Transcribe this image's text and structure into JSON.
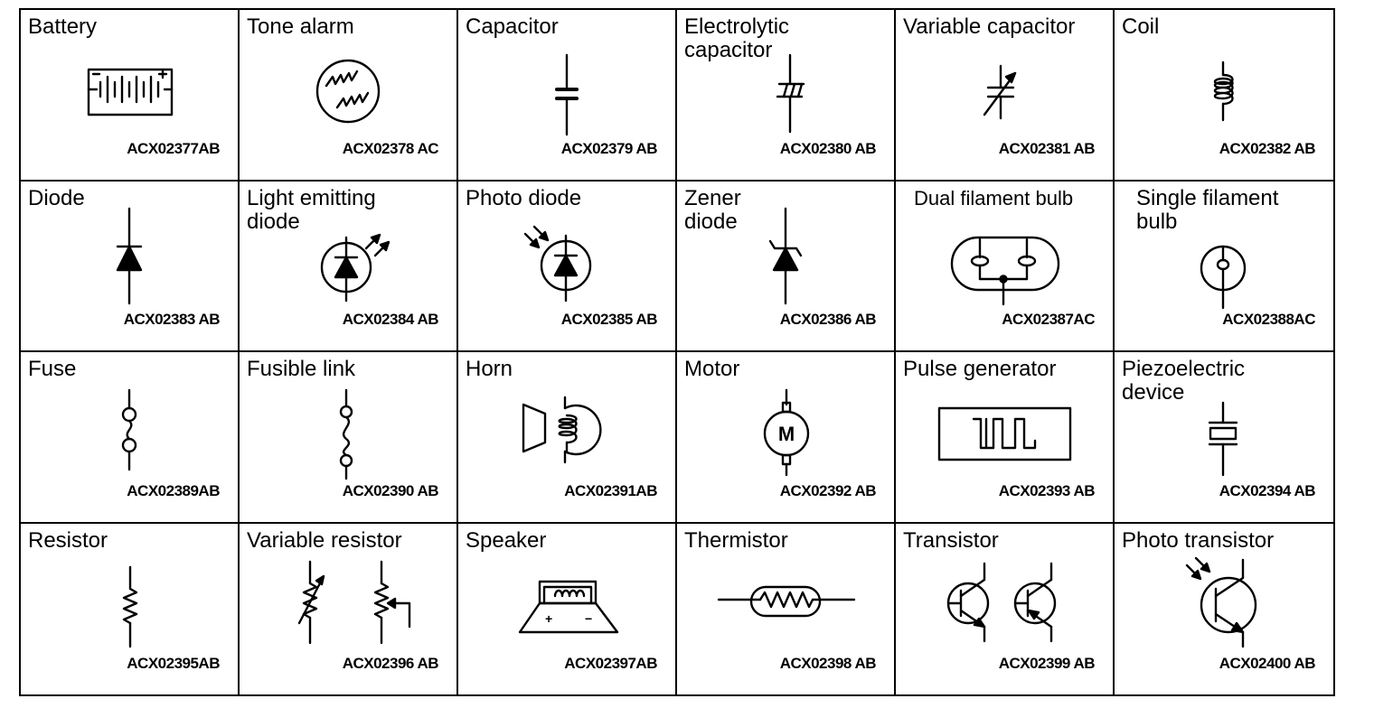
{
  "symbols": [
    {
      "label": "Battery",
      "code": "ACX02377AB",
      "icon": "battery-symbol-icon"
    },
    {
      "label": "Tone alarm",
      "code": "ACX02378 AC",
      "icon": "tone-alarm-symbol-icon"
    },
    {
      "label": "Capacitor",
      "code": "ACX02379 AB",
      "icon": "capacitor-symbol-icon"
    },
    {
      "label": "Electrolytic\ncapacitor",
      "code": "ACX02380 AB",
      "icon": "electrolytic-capacitor-symbol-icon"
    },
    {
      "label": "Variable capacitor",
      "code": "ACX02381 AB",
      "icon": "variable-capacitor-symbol-icon"
    },
    {
      "label": "Coil",
      "code": "ACX02382 AB",
      "icon": "coil-symbol-icon"
    },
    {
      "label": "Diode",
      "code": "ACX02383 AB",
      "icon": "diode-symbol-icon"
    },
    {
      "label": "Light emitting\ndiode",
      "code": "ACX02384 AB",
      "icon": "led-symbol-icon"
    },
    {
      "label": "Photo diode",
      "code": "ACX02385 AB",
      "icon": "photo-diode-symbol-icon"
    },
    {
      "label": "Zener\ndiode",
      "code": "ACX02386 AB",
      "icon": "zener-diode-symbol-icon"
    },
    {
      "label": "Dual filament bulb",
      "code": "ACX02387AC",
      "icon": "dual-filament-bulb-symbol-icon"
    },
    {
      "label": "Single filament\nbulb",
      "code": "ACX02388AC",
      "icon": "single-filament-bulb-symbol-icon"
    },
    {
      "label": "Fuse",
      "code": "ACX02389AB",
      "icon": "fuse-symbol-icon"
    },
    {
      "label": "Fusible link",
      "code": "ACX02390 AB",
      "icon": "fusible-link-symbol-icon"
    },
    {
      "label": "Horn",
      "code": "ACX02391AB",
      "icon": "horn-symbol-icon"
    },
    {
      "label": "Motor",
      "code": "ACX02392 AB",
      "icon": "motor-symbol-icon",
      "glyph": "M"
    },
    {
      "label": "Pulse generator",
      "code": "ACX02393 AB",
      "icon": "pulse-generator-symbol-icon"
    },
    {
      "label": "Piezoelectric\ndevice",
      "code": "ACX02394 AB",
      "icon": "piezoelectric-device-symbol-icon"
    },
    {
      "label": "Resistor",
      "code": "ACX02395AB",
      "icon": "resistor-symbol-icon"
    },
    {
      "label": "Variable resistor",
      "code": "ACX02396 AB",
      "icon": "variable-resistor-symbol-icon"
    },
    {
      "label": "Speaker",
      "code": "ACX02397AB",
      "icon": "speaker-symbol-icon",
      "glyph_plus": "+",
      "glyph_minus": "−"
    },
    {
      "label": "Thermistor",
      "code": "ACX02398 AB",
      "icon": "thermistor-symbol-icon"
    },
    {
      "label": "Transistor",
      "code": "ACX02399 AB",
      "icon": "transistor-symbol-icon"
    },
    {
      "label": "Photo transistor",
      "code": "ACX02400 AB",
      "icon": "photo-transistor-symbol-icon"
    }
  ]
}
